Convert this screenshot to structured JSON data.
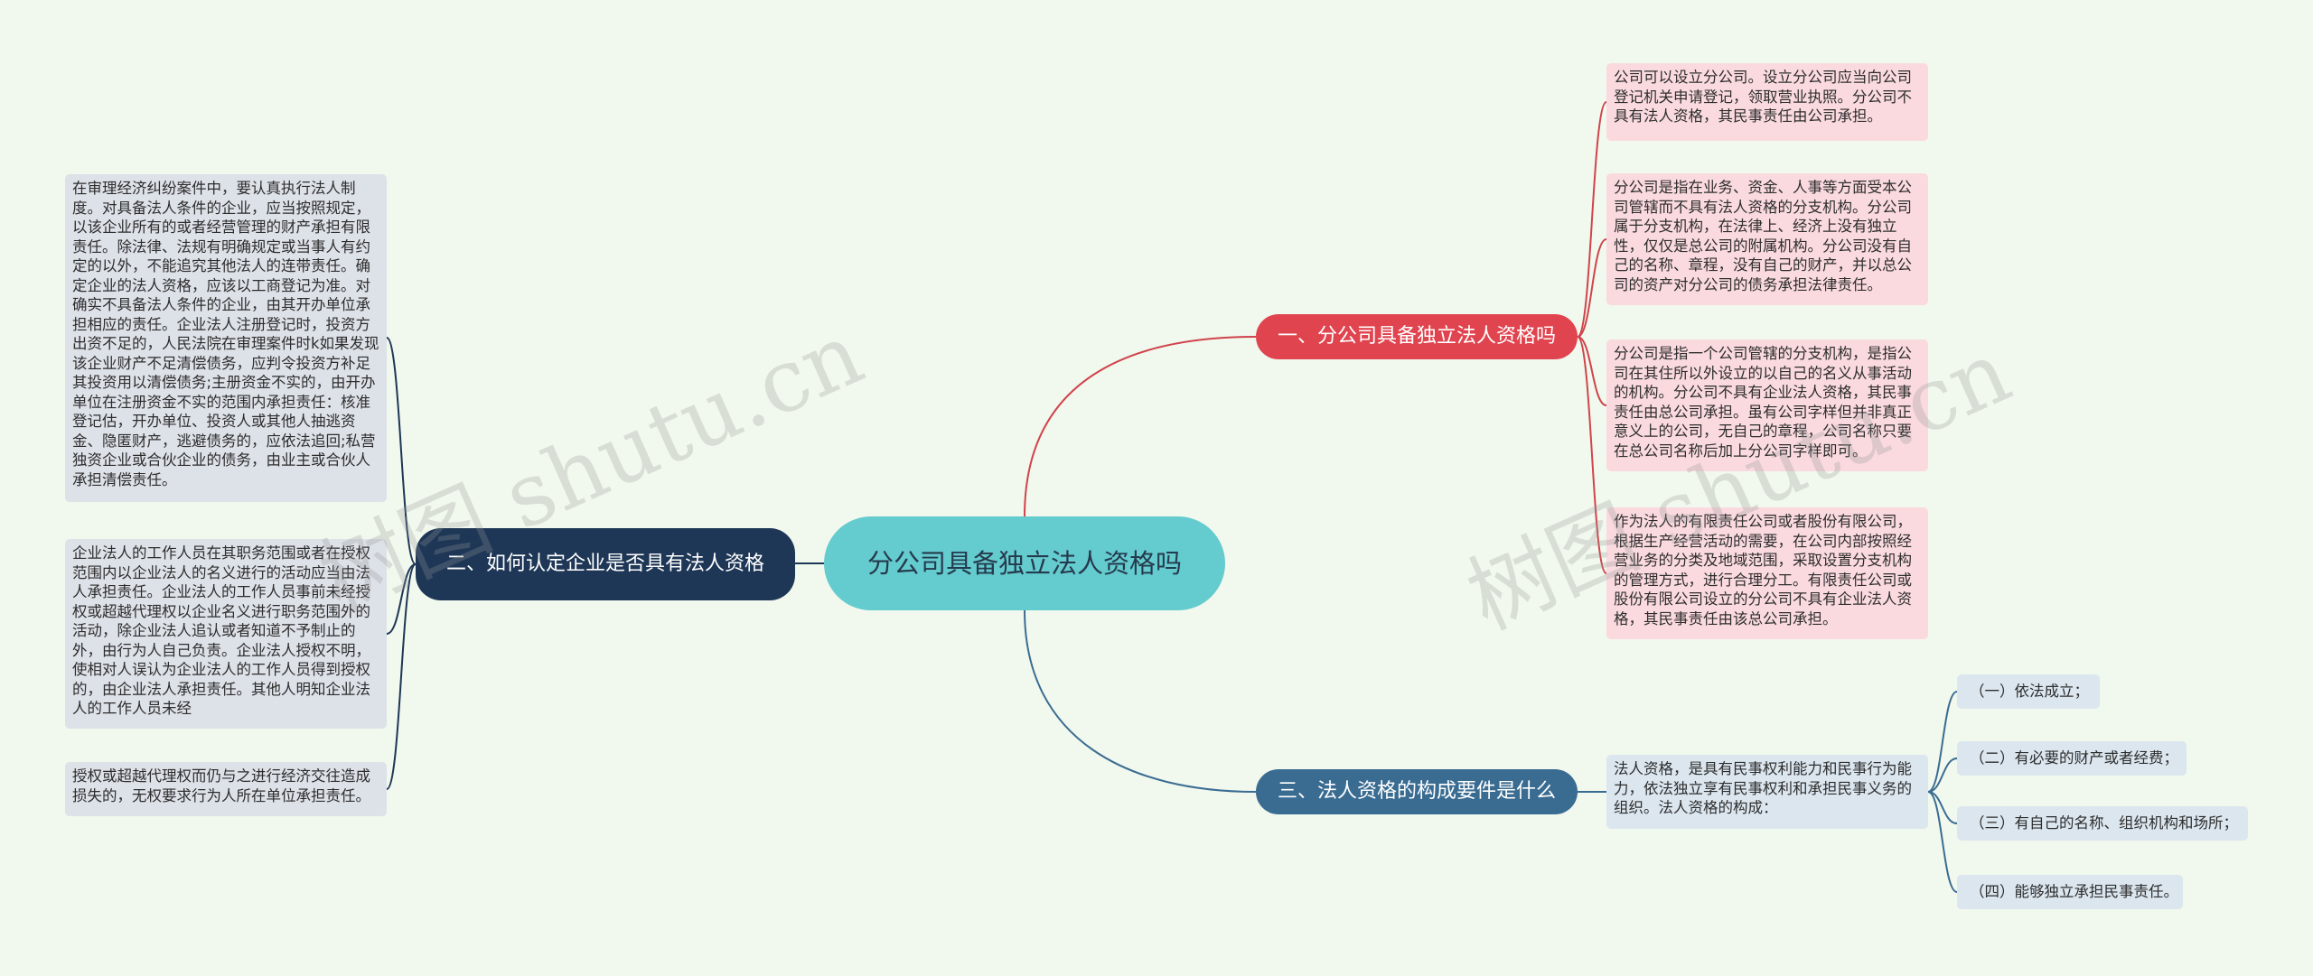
{
  "center": {
    "label": "分公司具备独立法人资格吗"
  },
  "branch1": {
    "label": "一、分公司具备独立法人资格吗",
    "items": [
      "公司可以设立分公司。设立分公司应当向公司登记机关申请登记，领取营业执照。分公司不具有法人资格，其民事责任由公司承担。",
      "分公司是指在业务、资金、人事等方面受本公司管辖而不具有法人资格的分支机构。分公司属于分支机构，在法律上、经济上没有独立性，仅仅是总公司的附属机构。分公司没有自己的名称、章程，没有自己的财产，并以总公司的资产对分公司的债务承担法律责任。",
      "分公司是指一个公司管辖的分支机构，是指公司在其住所以外设立的以自己的名义从事活动的机构。分公司不具有企业法人资格，其民事责任由总公司承担。虽有公司字样但并非真正意义上的公司，无自己的章程，公司名称只要在总公司名称后加上分公司字样即可。",
      "作为法人的有限责任公司或者股份有限公司，根据生产经营活动的需要，在公司内部按照经营业务的分类及地域范围，采取设置分支机构的管理方式，进行合理分工。有限责任公司或股份有限公司设立的分公司不具有企业法人资格，其民事责任由该总公司承担。"
    ]
  },
  "branch2": {
    "label": "二、如何认定企业是否具有法人资格",
    "items": [
      "在审理经济纠纷案件中，要认真执行法人制度。对具备法人条件的企业，应当按照规定，以该企业所有的或者经营管理的财产承担有限责任。除法律、法规有明确规定或当事人有约定的以外，不能追究其他法人的连带责任。确定企业的法人资格，应该以工商登记为准。对确实不具备法人条件的企业，由其开办单位承担相应的责任。企业法人注册登记时，投资方出资不足的，人民法院在审理案件时k如果发现该企业财产不足清偿债务，应判令投资方补足其投资用以清偿债务;主册资金不实的，由开办单位在注册资金不实的范围内承担责任：核准登记估，开办单位、投资人或其他人抽逃资金、隐匿财产，逃避债务的，应依法追回;私营独资企业或合伙企业的债务，由业主或合伙人承担清偿责任。",
      "企业法人的工作人员在其职务范围或者在授权范围内以企业法人的名义进行的活动应当由法人承担责任。企业法人的工作人员事前未经授权或超越代理权以企业名义进行职务范围外的活动，除企业法人追认或者知道不予制止的外，由行为人自己负责。企业法人授权不明，使相对人误认为企业法人的工作人员得到授权的，由企业法人承担责任。其他人明知企业法人的工作人员未经",
      "授权或超越代理权而仍与之进行经济交往造成损失的，无权要求行为人所在单位承担责任。"
    ]
  },
  "branch3": {
    "label": "三、法人资格的构成要件是什么",
    "desc": "法人资格，是具有民事权利能力和民事行为能力，依法独立享有民事权利和承担民事义务的组织。法人资格的构成：",
    "subitems": [
      "（一）依法成立；",
      "（二）有必要的财产或者经费；",
      "（三）有自己的名称、组织机构和场所；",
      "（四）能够独立承担民事责任。"
    ]
  },
  "watermark": "树图 shutu.cn",
  "colors": {
    "center": "#64cbcf",
    "branch1": "#e0444f",
    "branch2": "#1e3756",
    "branch3": "#3a6c92"
  }
}
